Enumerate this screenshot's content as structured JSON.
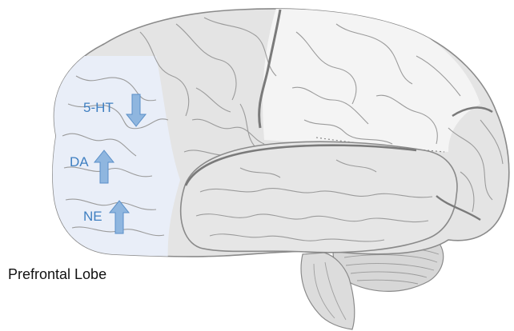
{
  "caption": "Prefrontal Lobe",
  "colors": {
    "label_blue": "#3f7fc1",
    "arrow_fill": "#8fb6df",
    "arrow_stroke": "#5a8fc8",
    "prefrontal_shade": "#e9eef8",
    "brain_fill": "#e4e4e4",
    "parietal_fill": "#f4f4f4",
    "outline": "#8a8a8a"
  },
  "neurotransmitters": [
    {
      "label": "5-HT",
      "direction": "down"
    },
    {
      "label": "DA",
      "direction": "up"
    },
    {
      "label": "NE",
      "direction": "up"
    }
  ]
}
